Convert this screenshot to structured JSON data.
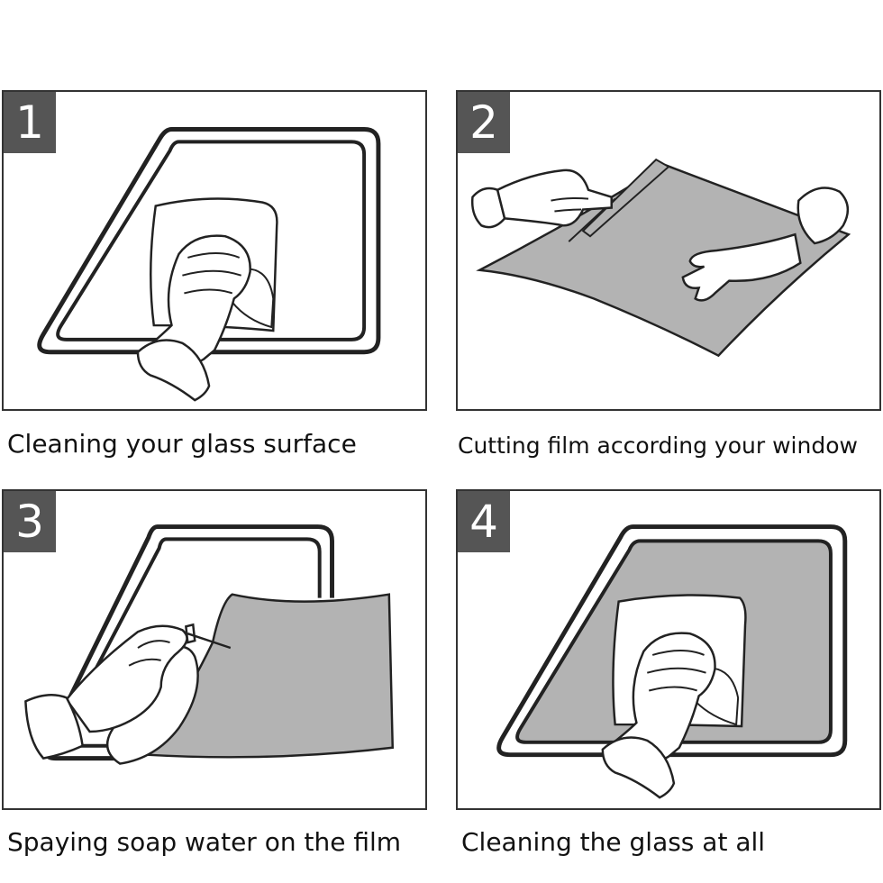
{
  "steps": [
    {
      "number": "1",
      "caption": "Cleaning your glass surface"
    },
    {
      "number": "2",
      "caption": "Cutting film according your window"
    },
    {
      "number": "3",
      "caption": "Spaying soap water on the film"
    },
    {
      "number": "4",
      "caption": "Cleaning the glass at all"
    }
  ],
  "colors": {
    "badge": "#555555",
    "film": "#b3b3b3",
    "line": "#222222"
  }
}
